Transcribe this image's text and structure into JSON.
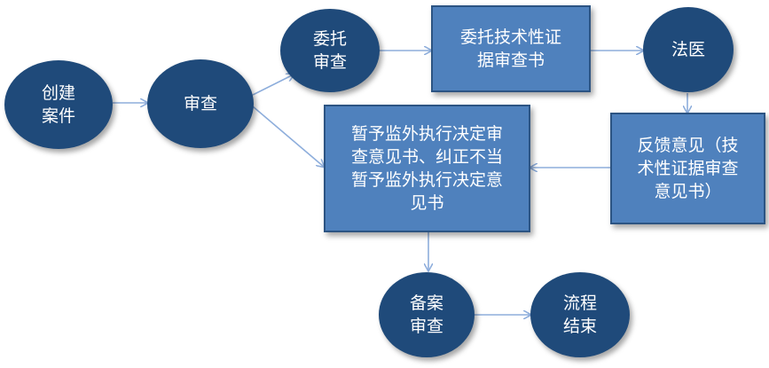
{
  "nodes": {
    "create_case": "创建\n案件",
    "review": "审查",
    "entrust_review": "委托\n审查",
    "entrust_tech_doc": "委托技术性证\n据审查书",
    "forensic": "法医",
    "feedback": "反馈意见（技\n术性证据审查\n意见书）",
    "decision_doc": "暂予监外执行决定审\n查意见书、纠正不当\n暂予监外执行决定意\n见书",
    "record_review": "备案\n审查",
    "process_end": "流程\n结束"
  },
  "colors": {
    "circle_fill": "#1f4a7a",
    "rect_fill": "#4f81bd",
    "arrow": "#8eaedc"
  }
}
